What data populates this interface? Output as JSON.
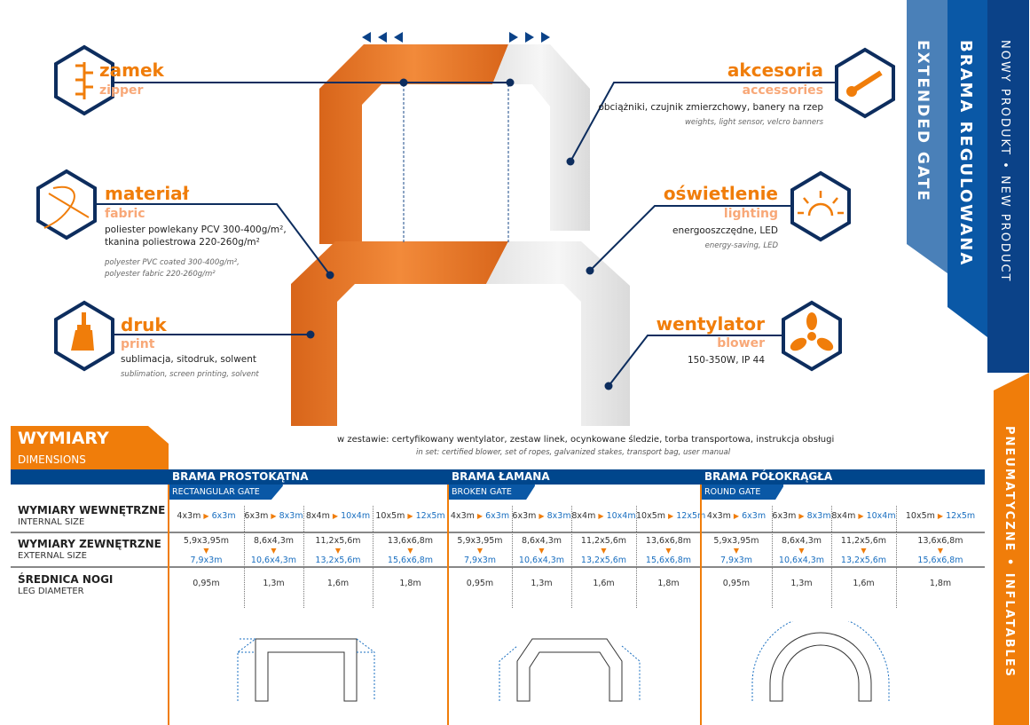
{
  "colors": {
    "orange": "#f07d0a",
    "navy": "#0d2d5e",
    "blue": "#00468c",
    "light": "#f8a878"
  },
  "features": {
    "zipper": {
      "title": "zamek",
      "subtitle": "zipper",
      "icon": "zipper-icon"
    },
    "fabric": {
      "title": "materiał",
      "subtitle": "fabric",
      "desc1": "poliester powlekany PCV 300-400g/m²,",
      "desc2": "tkanina poliestrowa 220-260g/m²",
      "en1": "polyester PVC coated 300-400g/m²,",
      "en2": "polyester fabric 220-260g/m²",
      "icon": "needle-icon"
    },
    "print": {
      "title": "druk",
      "subtitle": "print",
      "desc": "sublimacja, sitodruk, solwent",
      "en": "sublimation, screen printing, solvent",
      "icon": "brush-icon"
    },
    "accessories": {
      "title": "akcesoria",
      "subtitle": "accessories",
      "desc": "obciążniki, czujnik zmierzchowy, banery na rzep",
      "en": "weights, light sensor, velcro banners",
      "icon": "wrench-icon"
    },
    "lighting": {
      "title": "oświetlenie",
      "subtitle": "lighting",
      "desc": "energooszczędne, LED",
      "en": "energy-saving, LED",
      "icon": "sun-icon"
    },
    "blower": {
      "title": "wentylator",
      "subtitle": "blower",
      "desc": "150-350W, IP 44",
      "icon": "fan-icon"
    }
  },
  "banners": {
    "extended": "EXTENDED GATE",
    "brama": "BRAMA REGULOWANA",
    "new": "NOWY PRODUKT • NEW PRODUCT",
    "pneu": "PNEUMATYCZNE • INFLATABLES"
  },
  "dimensions": {
    "title": "WYMIARY",
    "subtitle": "DIMENSIONS",
    "set_pl": "w zestawie: certyfikowany wentylator, zestaw linek, ocynkowane śledzie, torba transportowa, instrukcja obsługi",
    "set_en": "in set: certified blower, set of ropes, galvanized stakes, transport bag, user manual",
    "rows": [
      {
        "pl": "WYMIARY WEWNĘTRZNE",
        "en": "INTERNAL SIZE"
      },
      {
        "pl": "WYMIARY ZEWNĘTRZNE",
        "en": "EXTERNAL SIZE"
      },
      {
        "pl": "ŚREDNICA NOGI",
        "en": "LEG DIAMETER"
      }
    ],
    "groups": [
      {
        "name": "BRAMA PROSTOKĄTNA",
        "sub": "RECTANGULAR GATE"
      },
      {
        "name": "BRAMA ŁAMANA",
        "sub": "BROKEN GATE"
      },
      {
        "name": "BRAMA PÓŁOKRĄGŁA",
        "sub": "ROUND GATE"
      }
    ],
    "columns": [
      {
        "in_from": "4x3m",
        "in_to": "6x3m",
        "ex_from": "5,9x3,95m",
        "ex_to": "7,9x3m",
        "leg": "0,95m"
      },
      {
        "in_from": "6x3m",
        "in_to": "8x3m",
        "ex_from": "8,6x4,3m",
        "ex_to": "10,6x4,3m",
        "leg": "1,3m"
      },
      {
        "in_from": "8x4m",
        "in_to": "10x4m",
        "ex_from": "11,2x5,6m",
        "ex_to": "13,2x5,6m",
        "leg": "1,6m"
      },
      {
        "in_from": "10x5m",
        "in_to": "12x5m",
        "ex_from": "13,6x6,8m",
        "ex_to": "15,6x6,8m",
        "leg": "1,8m"
      }
    ]
  }
}
